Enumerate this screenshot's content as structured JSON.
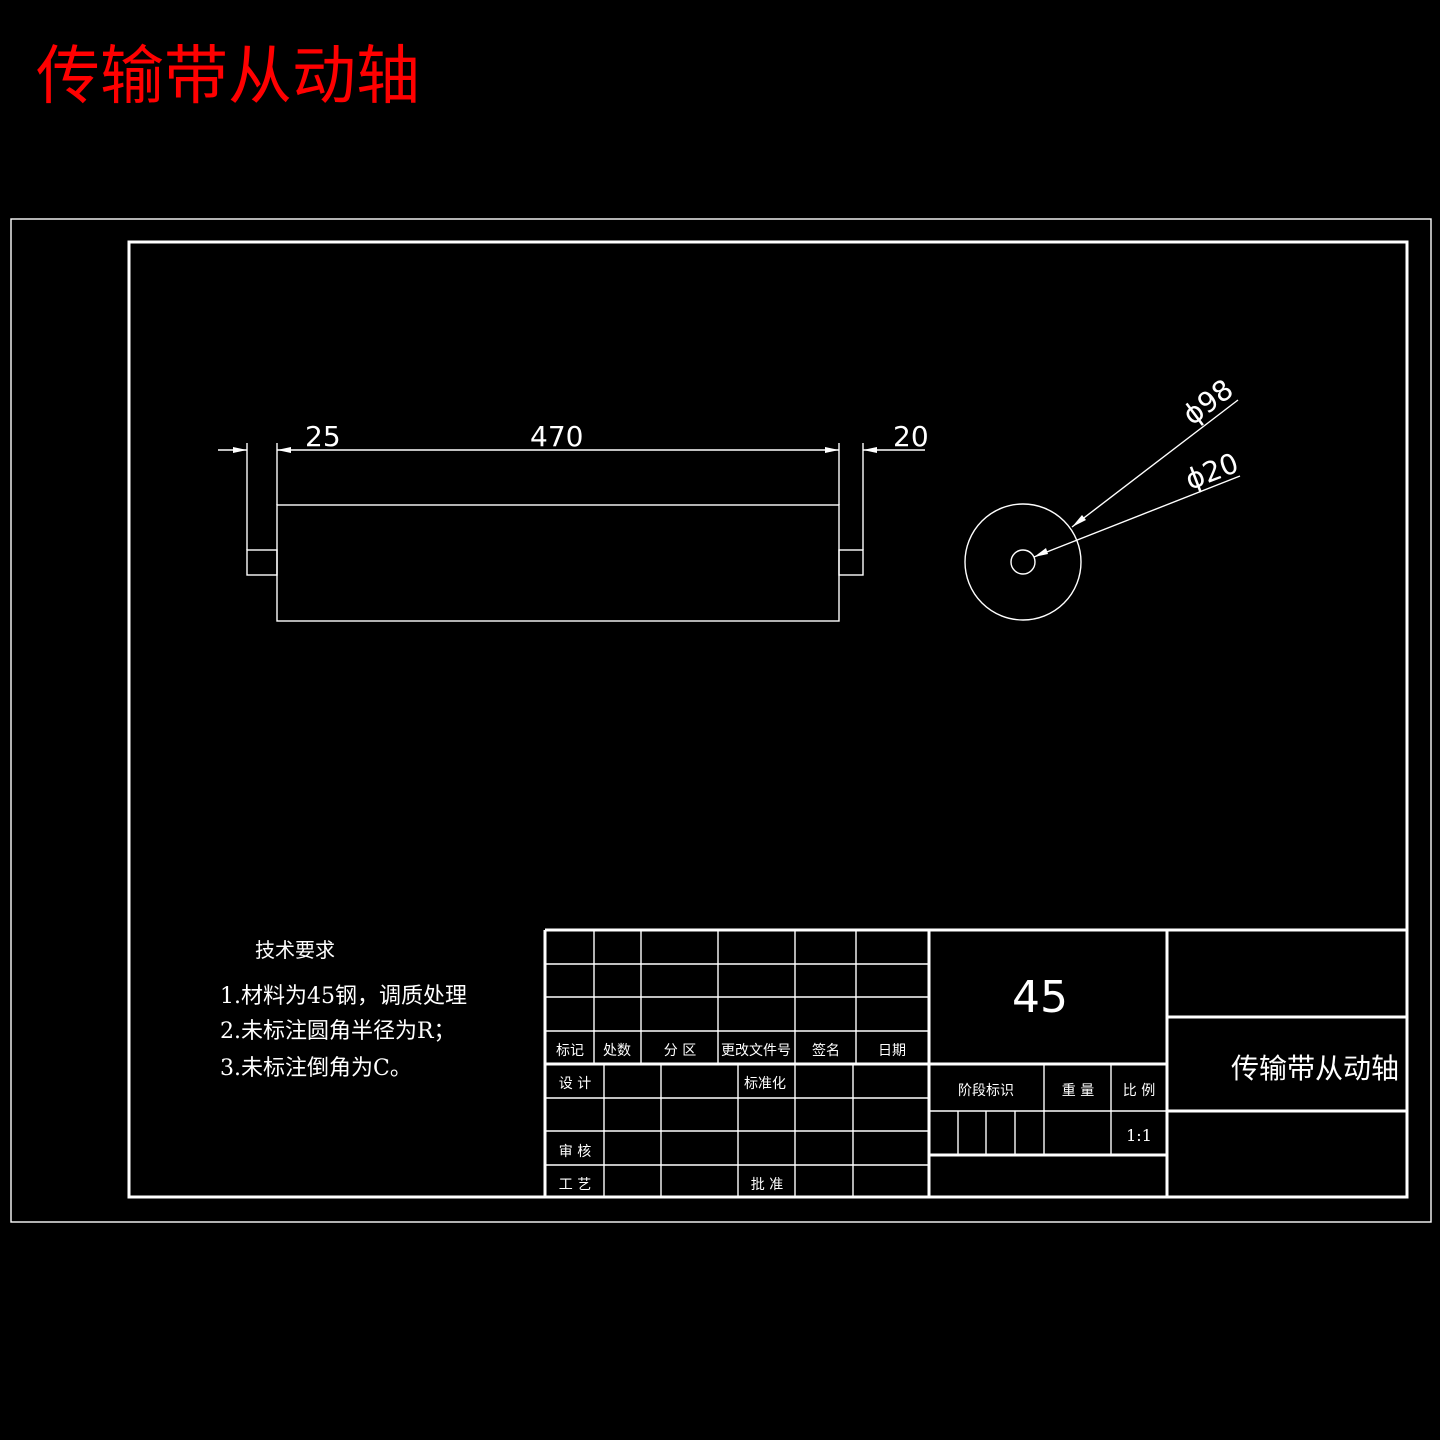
{
  "colors": {
    "background": "#000000",
    "line": "#ffffff",
    "title": "#ff0000"
  },
  "header": {
    "title": "传输带从动轴"
  },
  "dimensions": {
    "left_shaft": "25",
    "roller_length": "470",
    "right_shaft": "20",
    "outer_diameter": "ϕ98",
    "bore_diameter": "ϕ20"
  },
  "notes": {
    "heading": "技术要求",
    "items": [
      "1.材料为45钢，调质处理",
      "2.未标注圆角半径为R；",
      "3.未标注倒角为C。"
    ]
  },
  "title_block": {
    "revision_headers": [
      "标记",
      "处数",
      "分  区",
      "更改文件号",
      "签名",
      "日期"
    ],
    "design": "设  计",
    "standardization": "标准化",
    "review": "审  核",
    "process": "工  艺",
    "approval": "批  准",
    "material": "45",
    "stage_mark": "阶段标识",
    "weight": "重  量",
    "scale_label": "比  例",
    "scale_value": "1:1",
    "part_name": "传输带从动轴"
  }
}
